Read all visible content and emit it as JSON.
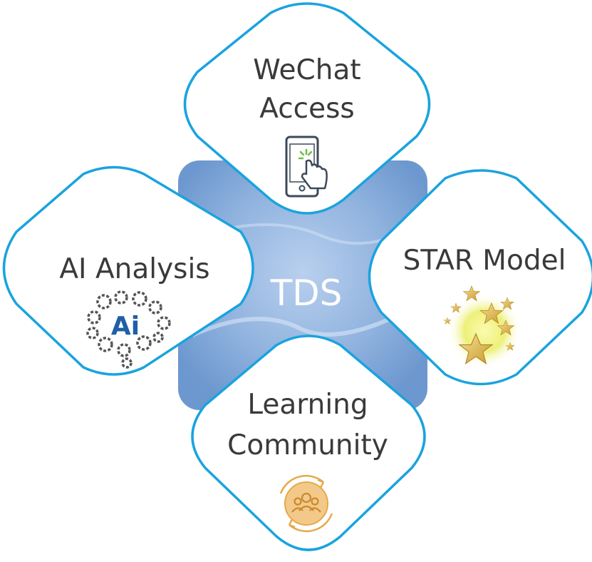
{
  "center": {
    "label": "TDS",
    "background_color": "#7fa6d6"
  },
  "nodes": {
    "top": {
      "line1": "WeChat",
      "line2": "Access",
      "icon": "phone-touch-icon"
    },
    "left": {
      "line1": "AI Analysis",
      "icon": "ai-brain-gears-icon"
    },
    "right": {
      "line1": "STAR Model",
      "icon": "stars-icon"
    },
    "bottom": {
      "line1": "Learning",
      "line2": "Community",
      "icon": "community-cycle-icon"
    }
  },
  "colors": {
    "outline": "#1aa3de",
    "text": "#3a3a3a",
    "ai_blue": "#1f5fa8",
    "gear_gray": "#555555",
    "star_gold": "#d9b23a",
    "community_orange": "#e6a94a"
  }
}
